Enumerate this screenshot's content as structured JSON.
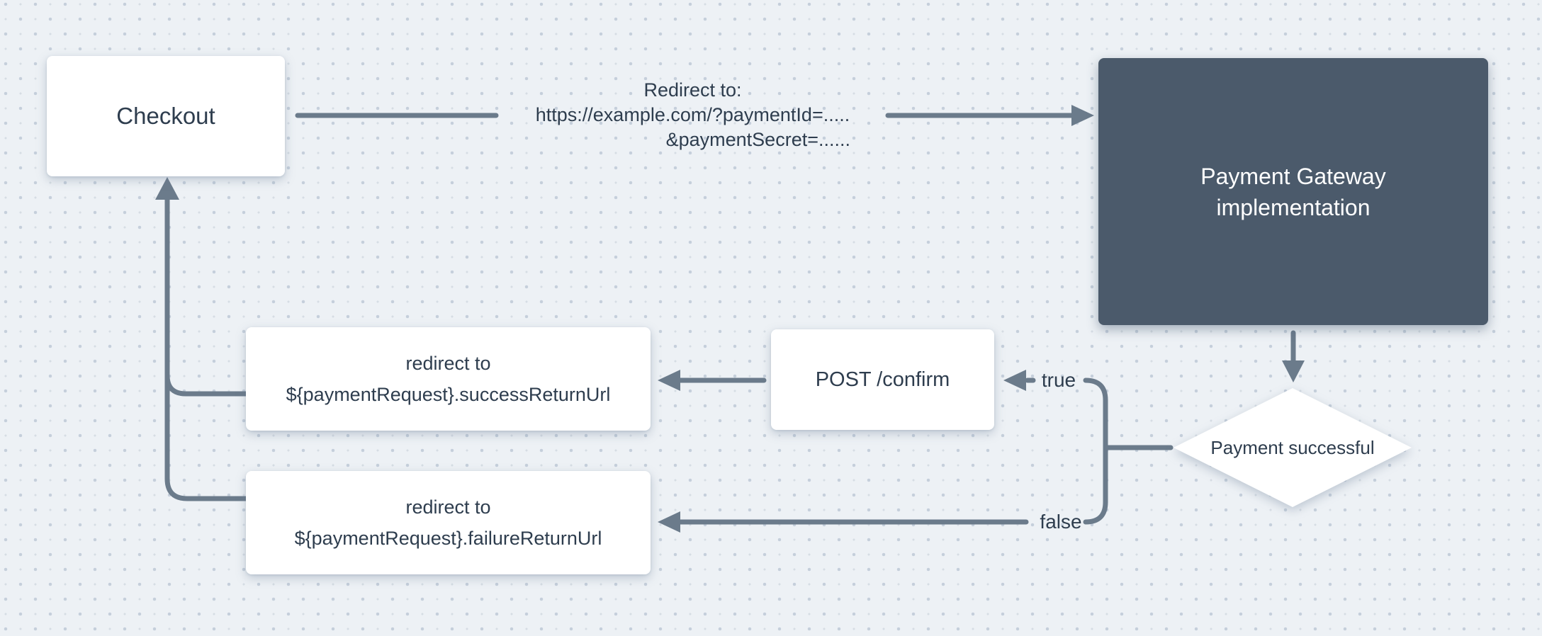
{
  "colors": {
    "bg": "#edf1f5",
    "dot-strong": "#c5cfdb",
    "dot-faint": "#d6dde4",
    "line": "#6b7b8b",
    "ink": "#2e3d4e",
    "node-dark-bg": "#4b5a6b",
    "node-light-bg": "#ffffff",
    "node-dark-text": "#ffffff"
  },
  "nodes": {
    "checkout": {
      "label": "Checkout"
    },
    "payment_gateway": {
      "line1": "Payment Gateway",
      "line2": "implementation"
    },
    "post_confirm": {
      "label": "POST /confirm"
    },
    "redirect_success": {
      "line1": "redirect to",
      "line2": "${paymentRequest}.successReturnUrl"
    },
    "redirect_failure": {
      "line1": "redirect to",
      "line2": "${paymentRequest}.failureReturnUrl"
    },
    "decision": {
      "label": "Payment successful"
    }
  },
  "edge_labels": {
    "redirect": {
      "line1": "Redirect to:",
      "line2": "https://example.com/?paymentId=.....",
      "line3": "&paymentSecret=......"
    },
    "true_branch": "true",
    "false_branch": "false"
  }
}
